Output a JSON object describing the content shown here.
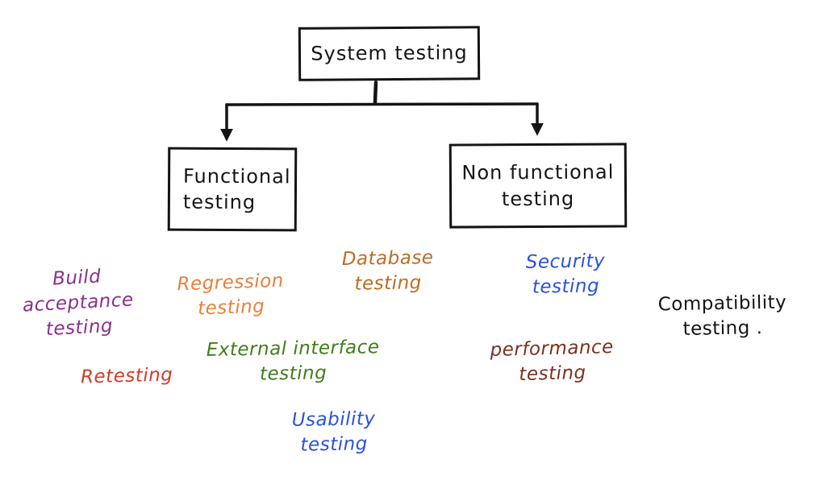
{
  "nodes": {
    "root": {
      "label": "System testing"
    },
    "functional": {
      "label": "Functional\ntesting"
    },
    "nonfunctional": {
      "label": "Non functional\ntesting"
    }
  },
  "notes": [
    {
      "name": "build-acceptance-testing",
      "text": "Build\nacceptance\ntesting",
      "color": "#8b2f8f"
    },
    {
      "name": "regression-testing",
      "text": "Regression\ntesting",
      "color": "#e8813c"
    },
    {
      "name": "database-testing",
      "text": "Database\ntesting",
      "color": "#c06a22"
    },
    {
      "name": "retesting",
      "text": "Retesting",
      "color": "#d33a28"
    },
    {
      "name": "external-interface-testing",
      "text": "External interface\ntesting",
      "color": "#3f7d1a"
    },
    {
      "name": "usability-testing",
      "text": "Usability\ntesting",
      "color": "#2a52d8"
    },
    {
      "name": "security-testing",
      "text": "Security\ntesting",
      "color": "#2a52d8"
    },
    {
      "name": "performance-testing",
      "text": "performance\ntesting",
      "color": "#7c3120"
    },
    {
      "name": "compatibility-testing",
      "text": "Compatibility\ntesting .",
      "color": "#141414"
    }
  ],
  "connector_color": "#141414"
}
